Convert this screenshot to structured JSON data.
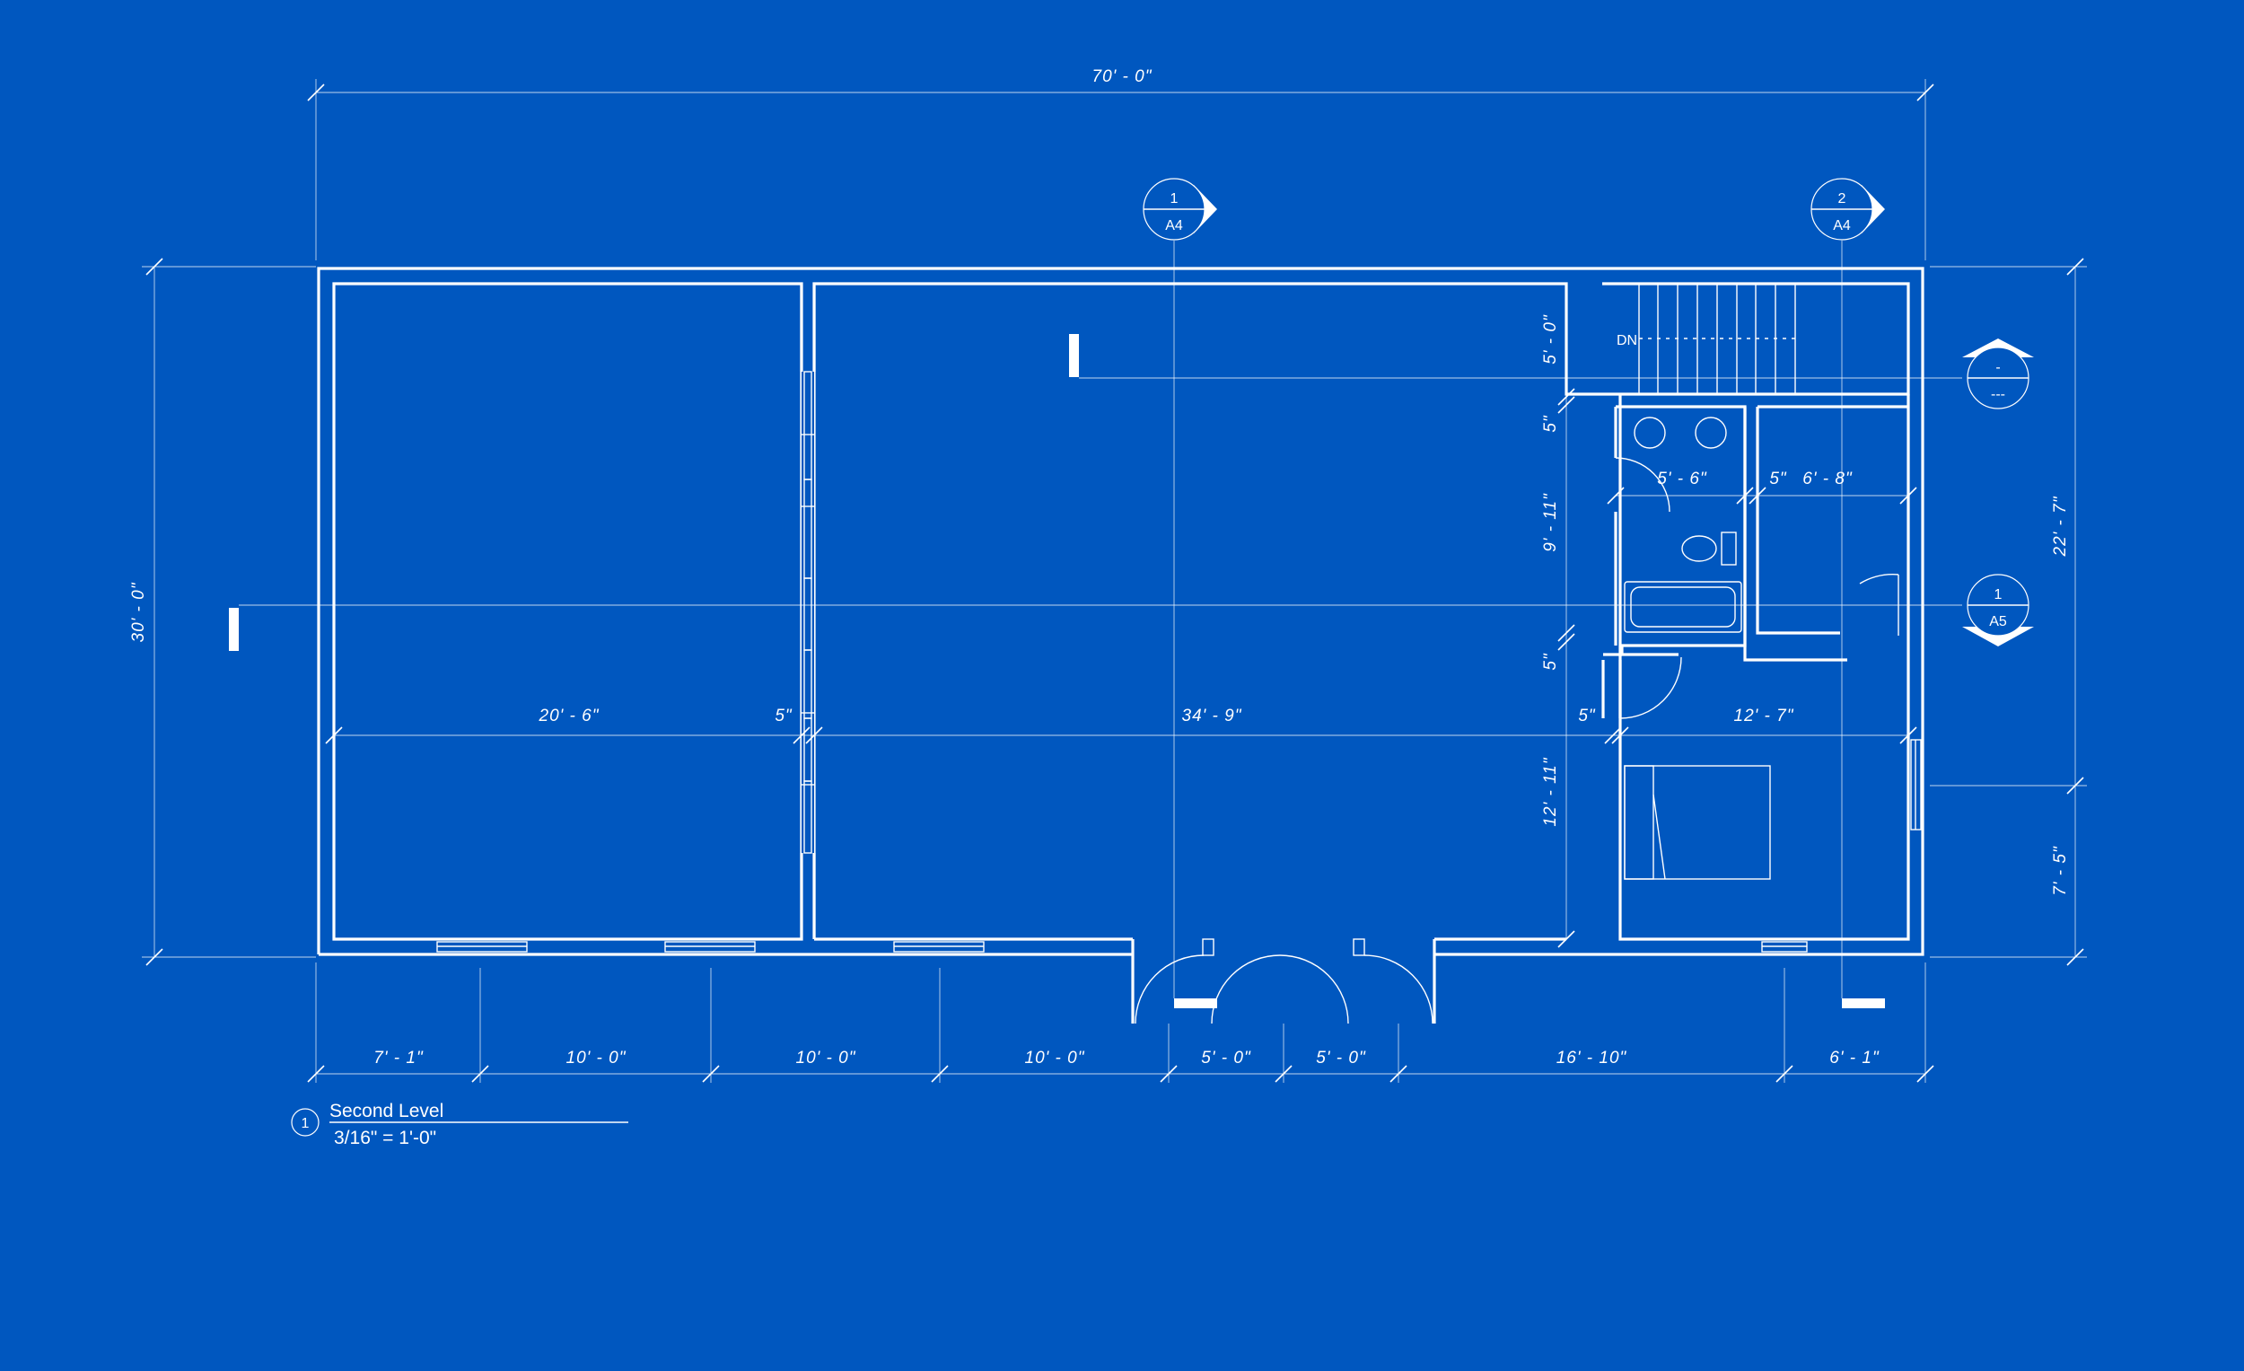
{
  "dimensions": {
    "overall_width": "70' - 0\"",
    "overall_depth": "30' - 0\"",
    "right_upper": "22' - 7\"",
    "right_lower": "7' - 5\"",
    "room1_width": "20' - 6\"",
    "wall_a": "5\"",
    "room2_width": "34' - 9\"",
    "wall_b": "5\"",
    "bedroom_width": "12' - 7\"",
    "stair_depth": "5' - 0\"",
    "wall_c": "5\"",
    "bath_depth": "9' - 11\"",
    "wall_d": "5\"",
    "bedroom_depth": "12' - 11\"",
    "bath_width": "5' - 6\"",
    "wall_e": "5\"",
    "closet_width": "6' - 8\"",
    "bottom": [
      "7' - 1\"",
      "10' - 0\"",
      "10' - 0\"",
      "10' - 0\"",
      "5' - 0\"",
      "5' - 0\"",
      "16' - 10\"",
      "6' - 1\""
    ]
  },
  "sections": {
    "s1": {
      "number": "1",
      "sheet": "A4"
    },
    "s2": {
      "number": "2",
      "sheet": "A4"
    },
    "s3": {
      "number": "-",
      "sheet": "---"
    },
    "s4": {
      "number": "1",
      "sheet": "A5"
    }
  },
  "stair_label": "DN",
  "view": {
    "number": "1",
    "title": "Second Level",
    "scale": "3/16\" = 1'-0\""
  }
}
